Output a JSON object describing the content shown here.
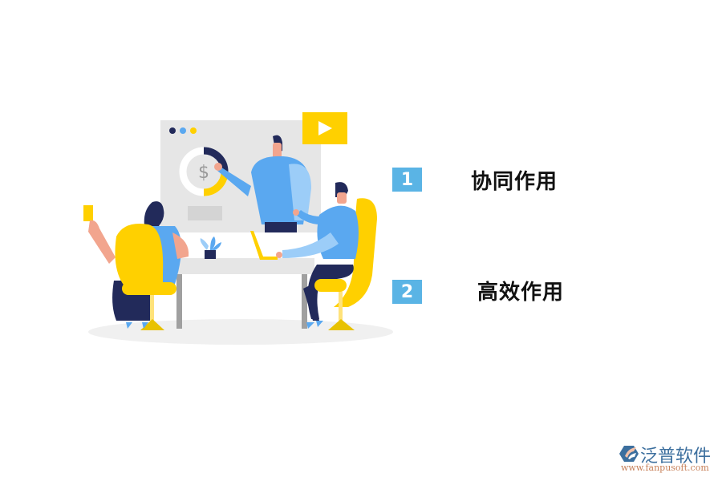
{
  "items": [
    {
      "number": "1",
      "label": "协同作用"
    },
    {
      "number": "2",
      "label": "高效作用"
    }
  ],
  "logo": {
    "title": "泛普软件",
    "url": "www.fanpusoft.com"
  },
  "illustration": {
    "screen_symbol": "$",
    "colors": {
      "navy": "#222a5a",
      "blue": "#5aa8f0",
      "light_blue": "#9ccdf8",
      "yellow": "#ffd000",
      "gray": "#e6e6e6",
      "skin": "#f2a58e",
      "badge": "#5ab4e5"
    }
  }
}
